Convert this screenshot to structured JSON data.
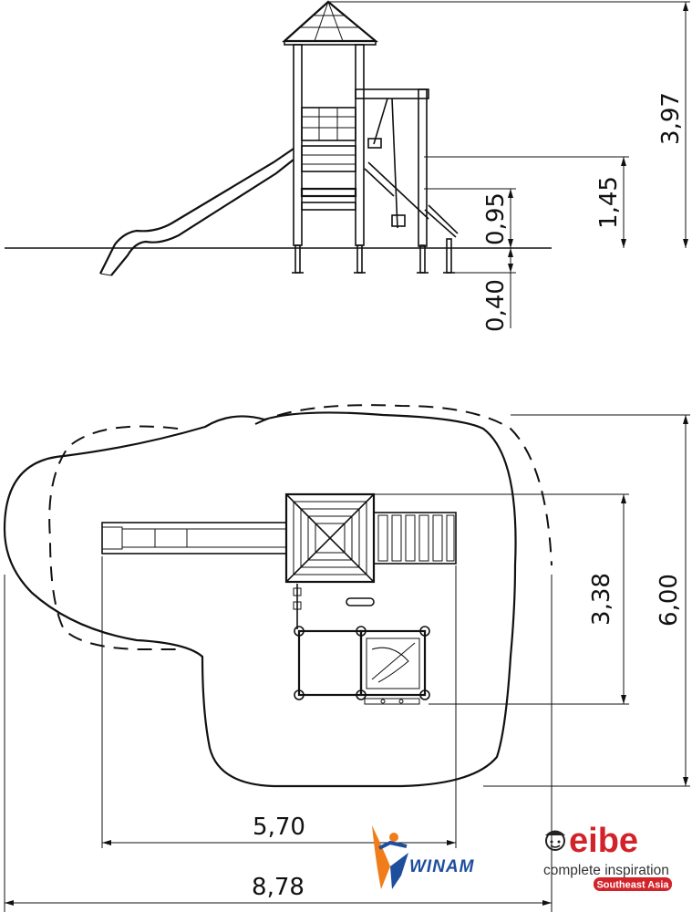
{
  "elevation": {
    "dimensions": [
      "3,97",
      "1,45",
      "0,95",
      "0,40"
    ]
  },
  "plan": {
    "dimensions": [
      "3,38",
      "6,00",
      "5,70",
      "8,78"
    ]
  },
  "logos": {
    "winam": "WINAM",
    "eibe_name": "eibe",
    "eibe_tagline": "complete inspiration",
    "eibe_region": "Southeast Asia"
  },
  "colors": {
    "line": "#111111",
    "winam_blue": "#1e4f9c",
    "winam_orange": "#f07d1a",
    "eibe_red": "#d2232a"
  }
}
